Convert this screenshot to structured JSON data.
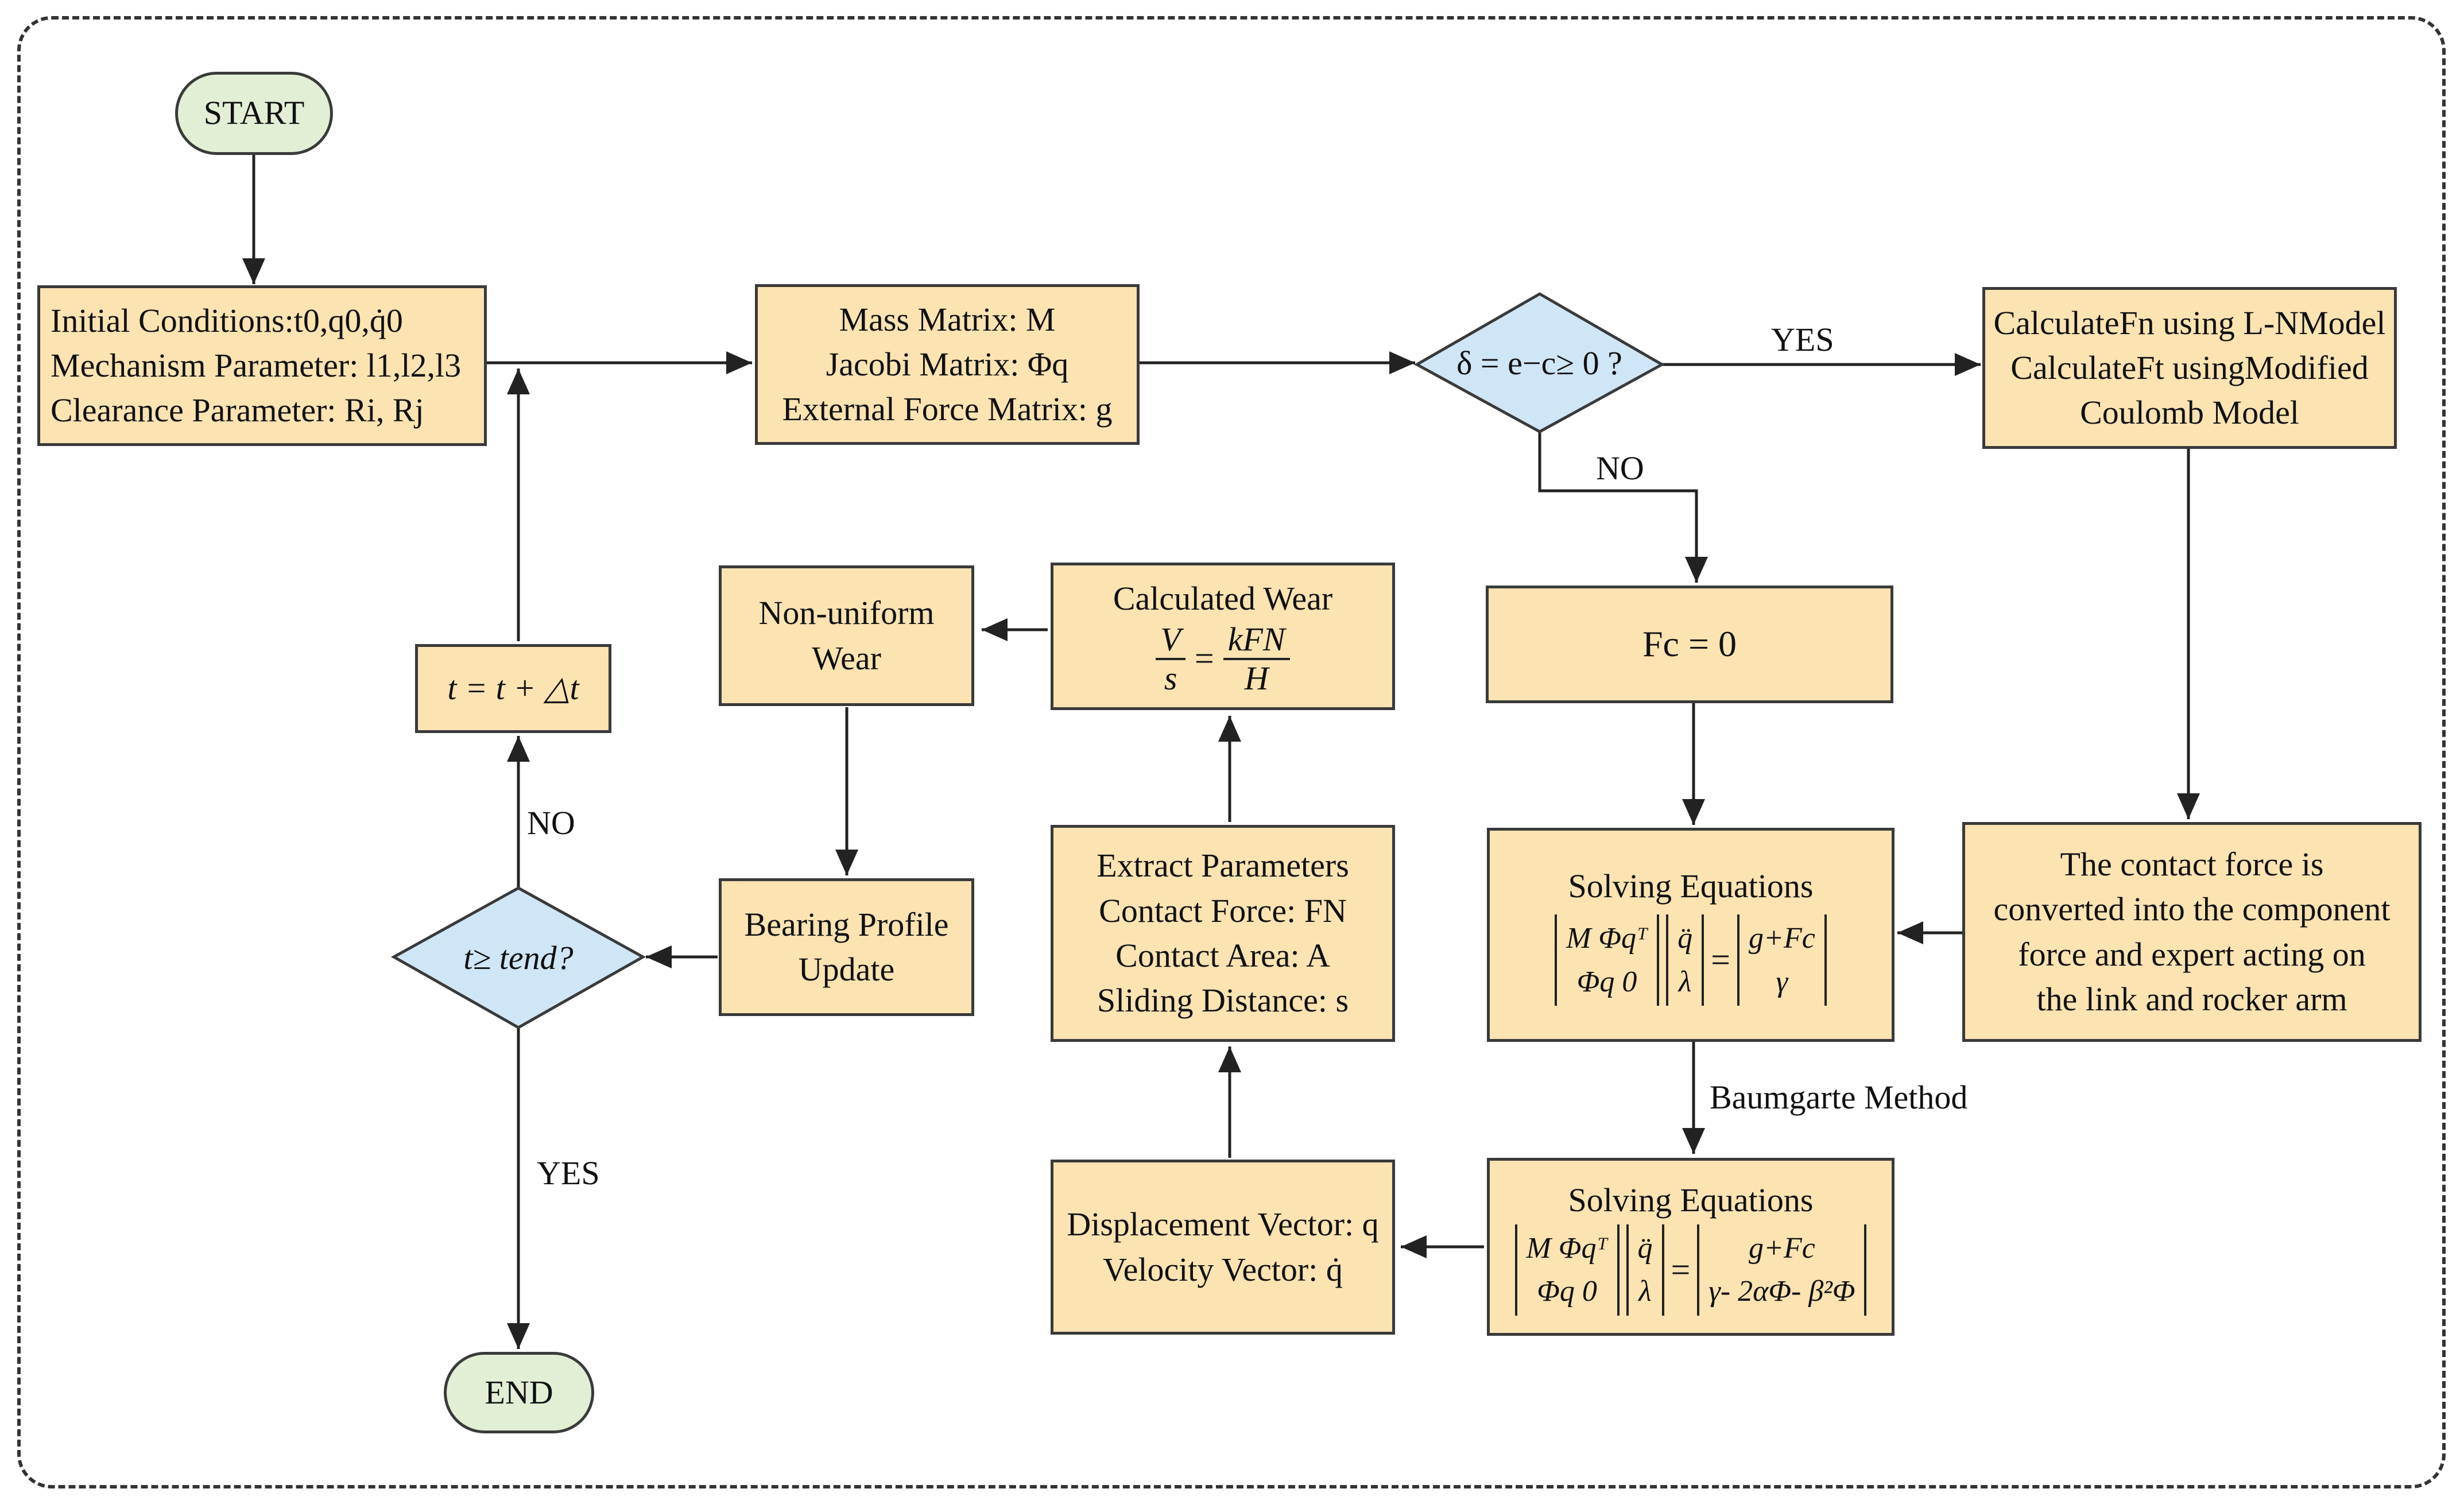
{
  "nodes": {
    "start": "START",
    "end": "END",
    "initial": {
      "line1": "Initial Conditions:t0,q0,q̇0",
      "line2": "Mechanism Parameter: l1,l2,l3",
      "line3": "Clearance Parameter: Ri, Rj"
    },
    "matrices": {
      "line1": "Mass Matrix: M",
      "line2": "Jacobi Matrix: Φq",
      "line3": "External Force Matrix: g"
    },
    "decision_contact": "δ = e−c≥ 0 ?",
    "calc_force": {
      "line1": "CalculateFn using L-NModel",
      "line2": "CalculateFt usingModified",
      "line3": "Coulomb Model"
    },
    "fc_zero": "Fc = 0",
    "contact_converted": {
      "line1": "The contact force is",
      "line2": "converted into the component",
      "line3": "force and expert acting on",
      "line4": "the link and rocker arm"
    },
    "solve1": {
      "title": "Solving Equations",
      "m_r1": "M  Φqᵀ",
      "m_r2": "Φq  0",
      "v_r1": "q̈",
      "v_r2": "λ",
      "eq": "=",
      "r_r1": "g+Fc",
      "r_r2": "γ"
    },
    "solve2": {
      "title": "Solving Equations",
      "m_r1": "M  Φqᵀ",
      "m_r2": "Φq  0",
      "v_r1": "q̈",
      "v_r2": "λ",
      "eq": "=",
      "r_r1": "g+Fc",
      "r_r2": "γ- 2αΦ- β²Φ"
    },
    "displacement": {
      "line1": "Displacement Vector: q",
      "line2": "Velocity Vector: q̇"
    },
    "extract": {
      "line1": "Extract Parameters",
      "line2": "Contact Force: FN",
      "line3": "Contact Area: A",
      "line4": "Sliding Distance: s"
    },
    "calc_wear": {
      "title": "Calculated Wear",
      "num_left": "V",
      "den_left": "s",
      "eq": "=",
      "num_right": "kFN",
      "den_right": "H"
    },
    "nonuniform": {
      "line1": "Non-uniform",
      "line2": "Wear"
    },
    "profile": {
      "line1": "Bearing Profile",
      "line2": "Update"
    },
    "decision_time": "t≥  tend?",
    "time_step": "t = t + △t"
  },
  "edges": {
    "yes_contact": "YES",
    "no_contact": "NO",
    "baumgarte": "Baumgarte Method",
    "no_time": "NO",
    "yes_time": "YES"
  },
  "colors": {
    "box_fill": "#fbe3b2",
    "terminal_fill": "#e2efd5",
    "decision_fill": "#cfe6f7",
    "line": "#222222"
  }
}
